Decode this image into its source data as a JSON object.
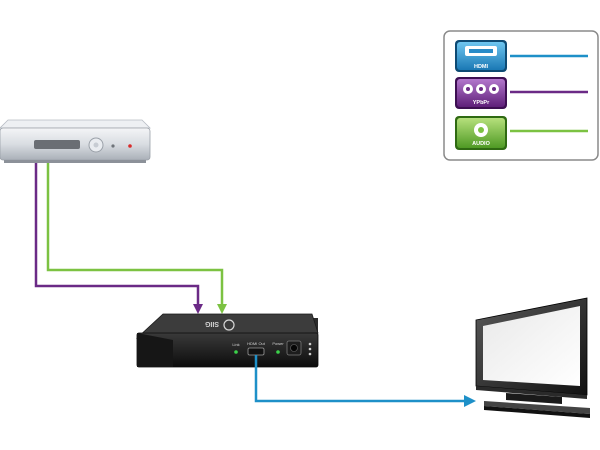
{
  "legend": {
    "items": [
      {
        "key": "hdmi",
        "label": "HDMI",
        "icon": "hdmi-connector-icon",
        "color": "#1e90c8"
      },
      {
        "key": "ypbpr",
        "label": "YPbPr",
        "icon": "component-rca-icon",
        "color": "#6b2a86"
      },
      {
        "key": "audio",
        "label": "AUDIO",
        "icon": "audio-rca-icon",
        "color": "#7cc242"
      }
    ]
  },
  "converter": {
    "brand": "SIIG",
    "ports": {
      "link": "Link",
      "hdmi_out": "HDMI Out",
      "power": "Power"
    }
  },
  "colors": {
    "hdmi": "#1e90c8",
    "ypbpr": "#6b2a86",
    "audio": "#7cc242"
  }
}
